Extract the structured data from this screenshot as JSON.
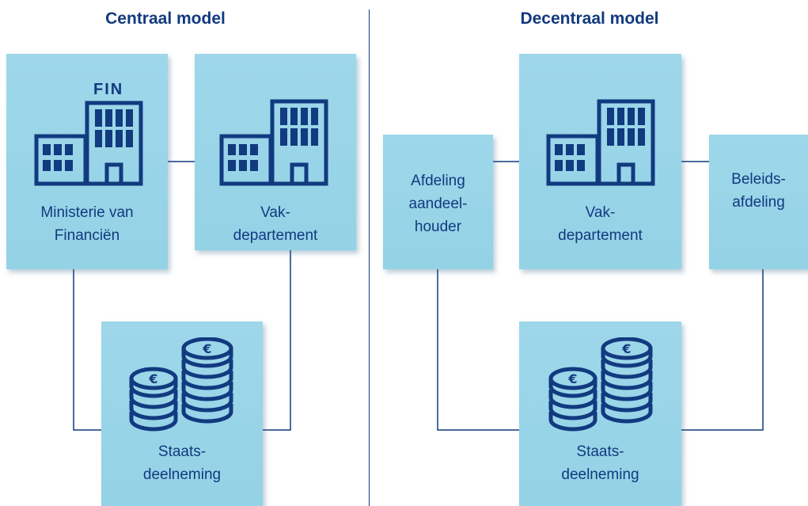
{
  "central": {
    "title": "Centraal model",
    "ministerie": {
      "line1": "Ministerie van",
      "line2": "Financiën",
      "badge": "FIN",
      "icon": "building-icon"
    },
    "vakdepartement": {
      "line1": "Vak-",
      "line2": "departement",
      "icon": "building-icon"
    },
    "staatsdeelneming": {
      "line1": "Staats-",
      "line2": "deelneming",
      "icon": "euro-coins-icon"
    }
  },
  "decentral": {
    "title": "Decentraal model",
    "afdeling": {
      "line1": "Afdeling",
      "line2": "aandeel-",
      "line3": "houder"
    },
    "vakdepartement": {
      "line1": "Vak-",
      "line2": "departement",
      "icon": "building-icon"
    },
    "beleidsafdeling": {
      "line1": "Beleids-",
      "line2": "afdeling"
    },
    "staatsdeelneming": {
      "line1": "Staats-",
      "line2": "deelneming",
      "icon": "euro-coins-icon"
    }
  },
  "colors": {
    "navy": "#113a7f",
    "box": "#9ed7ea"
  }
}
